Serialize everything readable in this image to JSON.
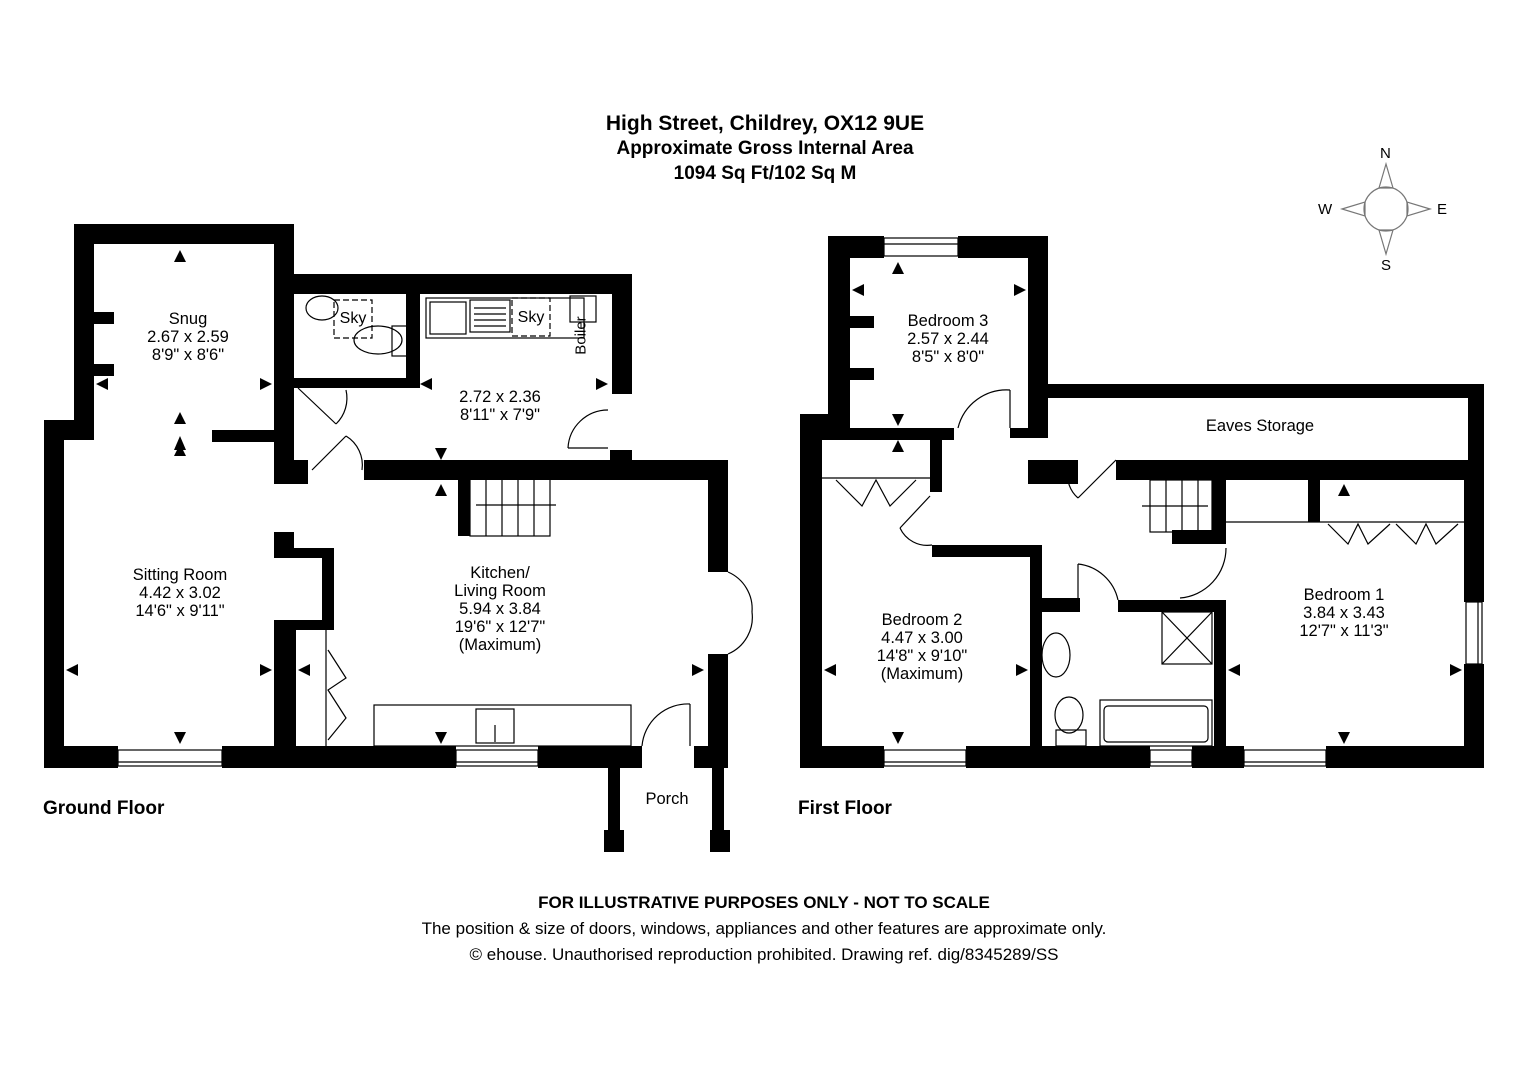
{
  "header": {
    "address": "High Street, Childrey, OX12 9UE",
    "area_title": "Approximate Gross Internal Area",
    "area_value": "1094 Sq Ft/102 Sq M"
  },
  "compass": {
    "north": "N",
    "south": "S",
    "east": "E",
    "west": "W"
  },
  "ground_floor": {
    "label": "Ground Floor",
    "rooms": [
      {
        "name": "Snug",
        "metric": "2.67 x 2.59",
        "imperial": "8'9\" x 8'6\""
      },
      {
        "name": "",
        "metric": "2.72 x 2.36",
        "imperial": "8'11\" x 7'9\""
      },
      {
        "name": "Sitting Room",
        "metric": "4.42 x 3.02",
        "imperial": "14'6\" x 9'11\""
      },
      {
        "name_line1": "Kitchen/",
        "name_line2": "Living Room",
        "metric": "5.94 x 3.84",
        "imperial": "19'6\" x 12'7\"",
        "note": "(Maximum)"
      },
      {
        "name": "Porch"
      }
    ],
    "fixtures": {
      "skylight_1": "Sky",
      "skylight_2": "Sky",
      "boiler": "Boiler"
    }
  },
  "first_floor": {
    "label": "First Floor",
    "rooms": [
      {
        "name": "Bedroom 3",
        "metric": "2.57 x 2.44",
        "imperial": "8'5\" x 8'0\""
      },
      {
        "name": "Eaves Storage"
      },
      {
        "name": "Bedroom 2",
        "metric": "4.47 x 3.00",
        "imperial": "14'8\" x 9'10\"",
        "note": "(Maximum)"
      },
      {
        "name": "Bedroom 1",
        "metric": "3.84 x 3.43",
        "imperial": "12'7\" x 11'3\""
      }
    ]
  },
  "footer": {
    "disclaimer": "FOR ILLUSTRATIVE PURPOSES ONLY - NOT TO SCALE",
    "note": "The position & size of doors, windows, appliances and other features are approximate only.",
    "copyright": "© ehouse. Unauthorised reproduction prohibited. Drawing ref. dig/8345289/SS"
  }
}
